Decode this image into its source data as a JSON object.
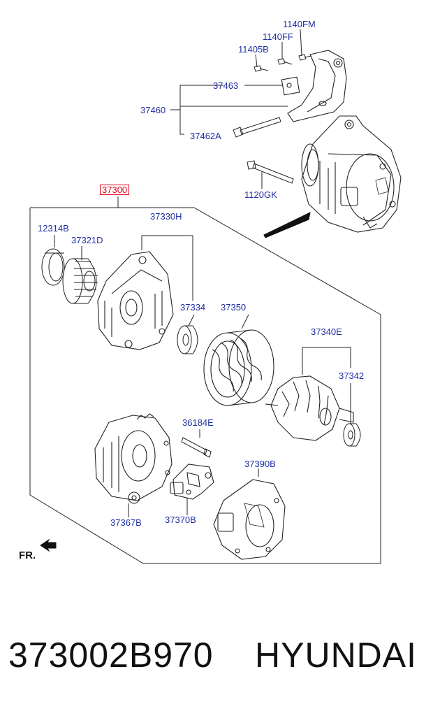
{
  "parts": {
    "p1140FM": "1140FM",
    "p1140FF": "1140FF",
    "p11405B": "11405B",
    "p37463": "37463",
    "p37460": "37460",
    "p37462A": "37462A",
    "p1120GK": "1120GK",
    "p37300": "37300",
    "p12314B": "12314B",
    "p37321D": "37321D",
    "p37330H": "37330H",
    "p37334": "37334",
    "p37350": "37350",
    "p37340E": "37340E",
    "p37342": "37342",
    "p36184E": "36184E",
    "p37390B": "37390B",
    "p37367B": "37367B",
    "p37370B": "37370B"
  },
  "front_marker": "FR.",
  "footer": {
    "part_number": "373002B970",
    "brand": "HYUNDAI"
  },
  "colors": {
    "label": "#1f2fa3",
    "highlight": "#e0001a",
    "line": "#222222"
  }
}
